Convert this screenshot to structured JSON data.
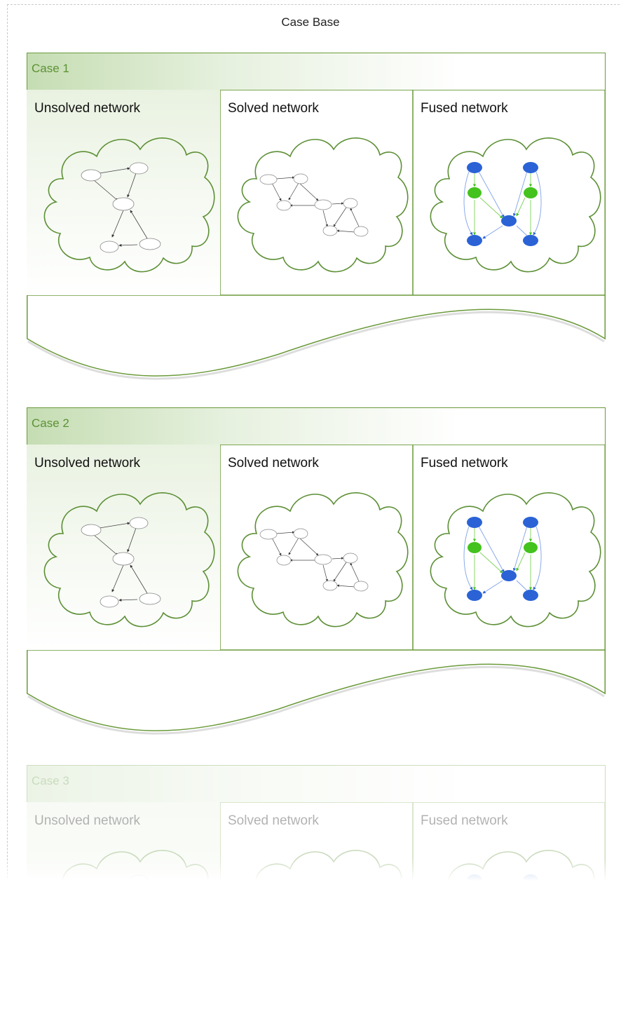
{
  "title": "Case Base",
  "cases": [
    {
      "label": "Case 1",
      "columns": [
        "Unsolved network",
        "Solved network",
        "Fused network"
      ]
    },
    {
      "label": "Case 2",
      "columns": [
        "Unsolved network",
        "Solved network",
        "Fused network"
      ]
    },
    {
      "label": "Case 3",
      "columns": [
        "Unsolved network",
        "Solved network",
        "Fused network"
      ]
    }
  ],
  "colors": {
    "border_green": "#6a9a3a",
    "title_green": "#5c9134",
    "cloud_green": "#5c8f35",
    "node_blue": "#2b63d6",
    "node_green": "#44c21e"
  }
}
